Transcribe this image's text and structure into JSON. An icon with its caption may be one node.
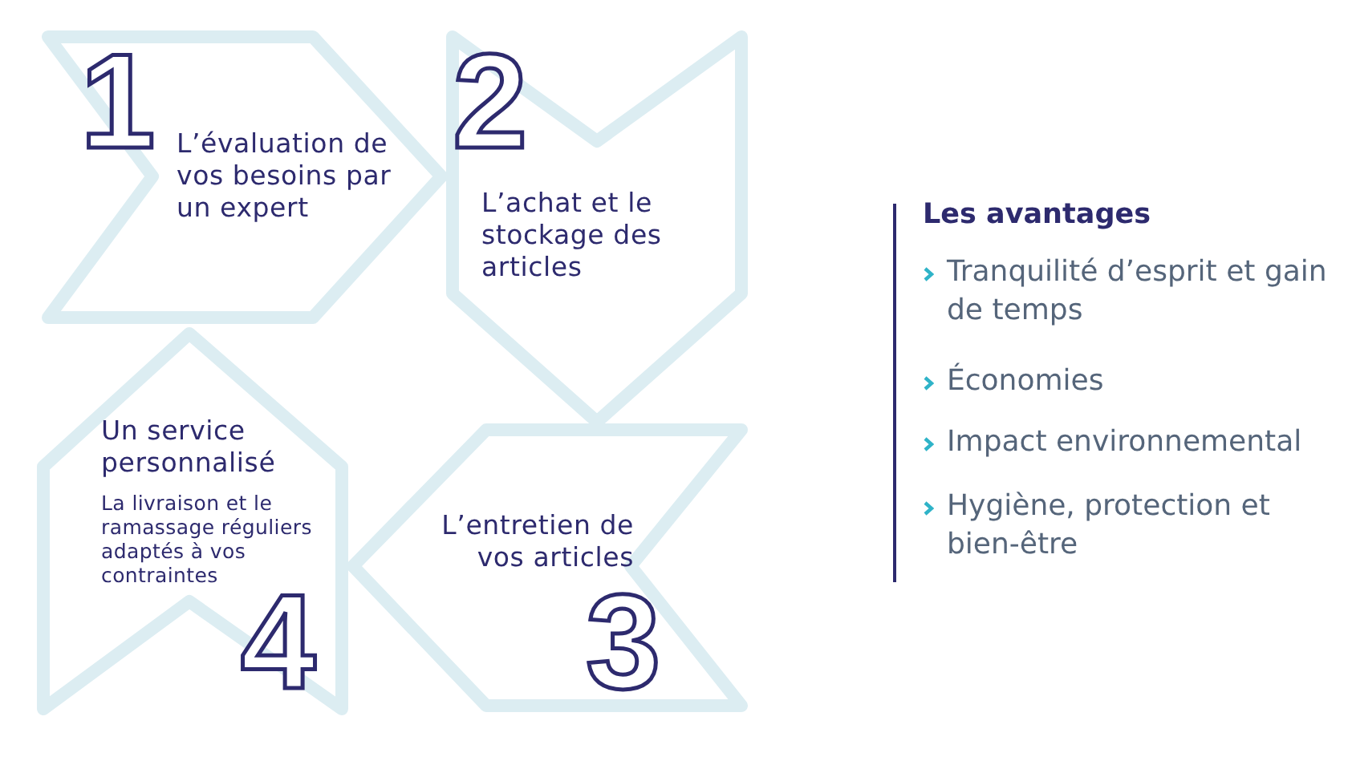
{
  "diagram": {
    "nodes": [
      {
        "text": [
          "1",
          "L’évaluation de vos besoins par un expert"
        ]
      },
      {
        "text": [
          "2",
          "L’achat et le stockage des articles"
        ]
      },
      {
        "text": [
          "L’entretien de vos articles",
          "3"
        ]
      },
      {
        "text": [
          "Un service personnalisé",
          "La livraison et le ramassage réguliers adaptés à vos contraintes",
          "4"
        ]
      }
    ],
    "labels": [
      "Les avantages",
      "Tranquilité d’esprit et gain de temps",
      "Économies",
      "Impact environnemental",
      "Hygiène, protection et bien-être"
    ]
  }
}
